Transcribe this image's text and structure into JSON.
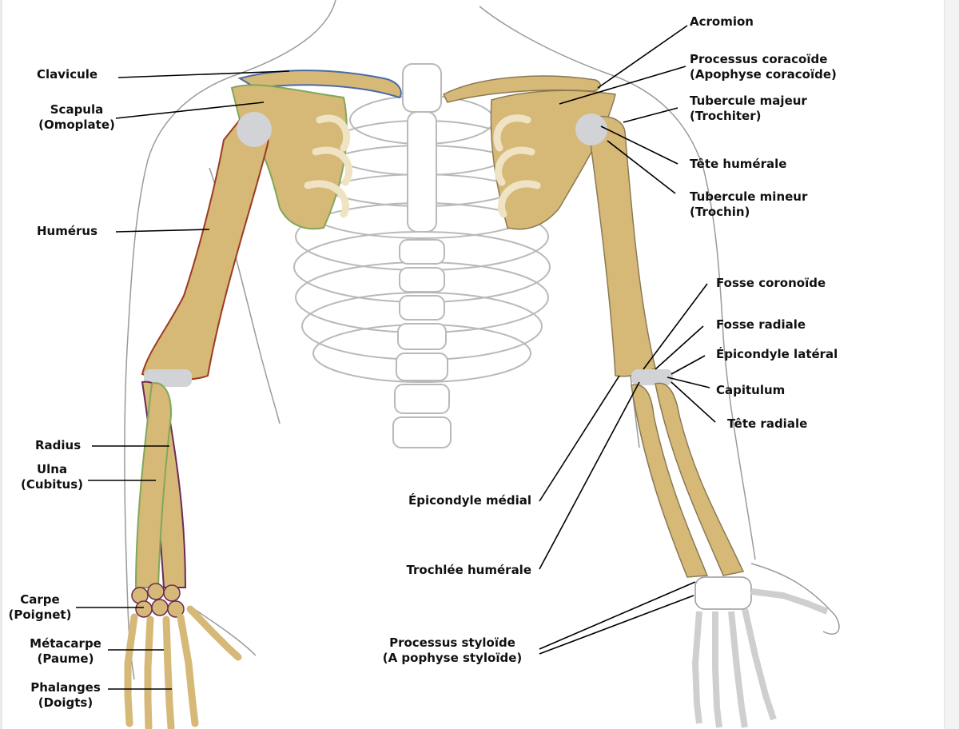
{
  "colors": {
    "bone": "#d6b877",
    "bone_dark": "#b89a57",
    "cartilage": "#d2d3d6",
    "outline": "#8a7a55",
    "humerus_outline": "#9b3a22",
    "scapula_outline": "#7fa85a",
    "clavicle_outline": "#4b6aa8",
    "radius_outline": "#6b2a58",
    "ulna_outline": "#7fa85a",
    "skin_outline": "#8f8f8f",
    "leader": "#000000"
  },
  "labels": {
    "clavicule": "Clavicule",
    "scapula_1": "Scapula",
    "scapula_2": "(Omoplate)",
    "humerus": "Humérus",
    "radius": "Radius",
    "ulna_1": "Ulna",
    "ulna_2": "(Cubitus)",
    "carpe_1": "Carpe",
    "carpe_2": "(Poignet)",
    "metacarpe_1": "Métacarpe",
    "metacarpe_2": "(Paume)",
    "phalanges_1": "Phalanges",
    "phalanges_2": "(Doigts)",
    "acromion": "Acromion",
    "coracoide_1": "Processus coracoïde",
    "coracoide_2": "(Apophyse coracoïde)",
    "tubercule_majeur_1": "Tubercule majeur",
    "tubercule_majeur_2": "(Trochiter)",
    "tete_humerale": "Tête humérale",
    "tubercule_mineur_1": "Tubercule mineur",
    "tubercule_mineur_2": "(Trochin)",
    "fosse_coronoide": "Fosse coronoïde",
    "fosse_radiale": "Fosse radiale",
    "epicondyle_lateral": "Épicondyle latéral",
    "capitulum": "Capitulum",
    "tete_radiale": "Tête radiale",
    "epicondyle_medial": "Épicondyle médial",
    "trochlee": "Trochlée humérale",
    "styloide_1": "Processus styloïde",
    "styloide_2": "(A pophyse styloïde)"
  }
}
